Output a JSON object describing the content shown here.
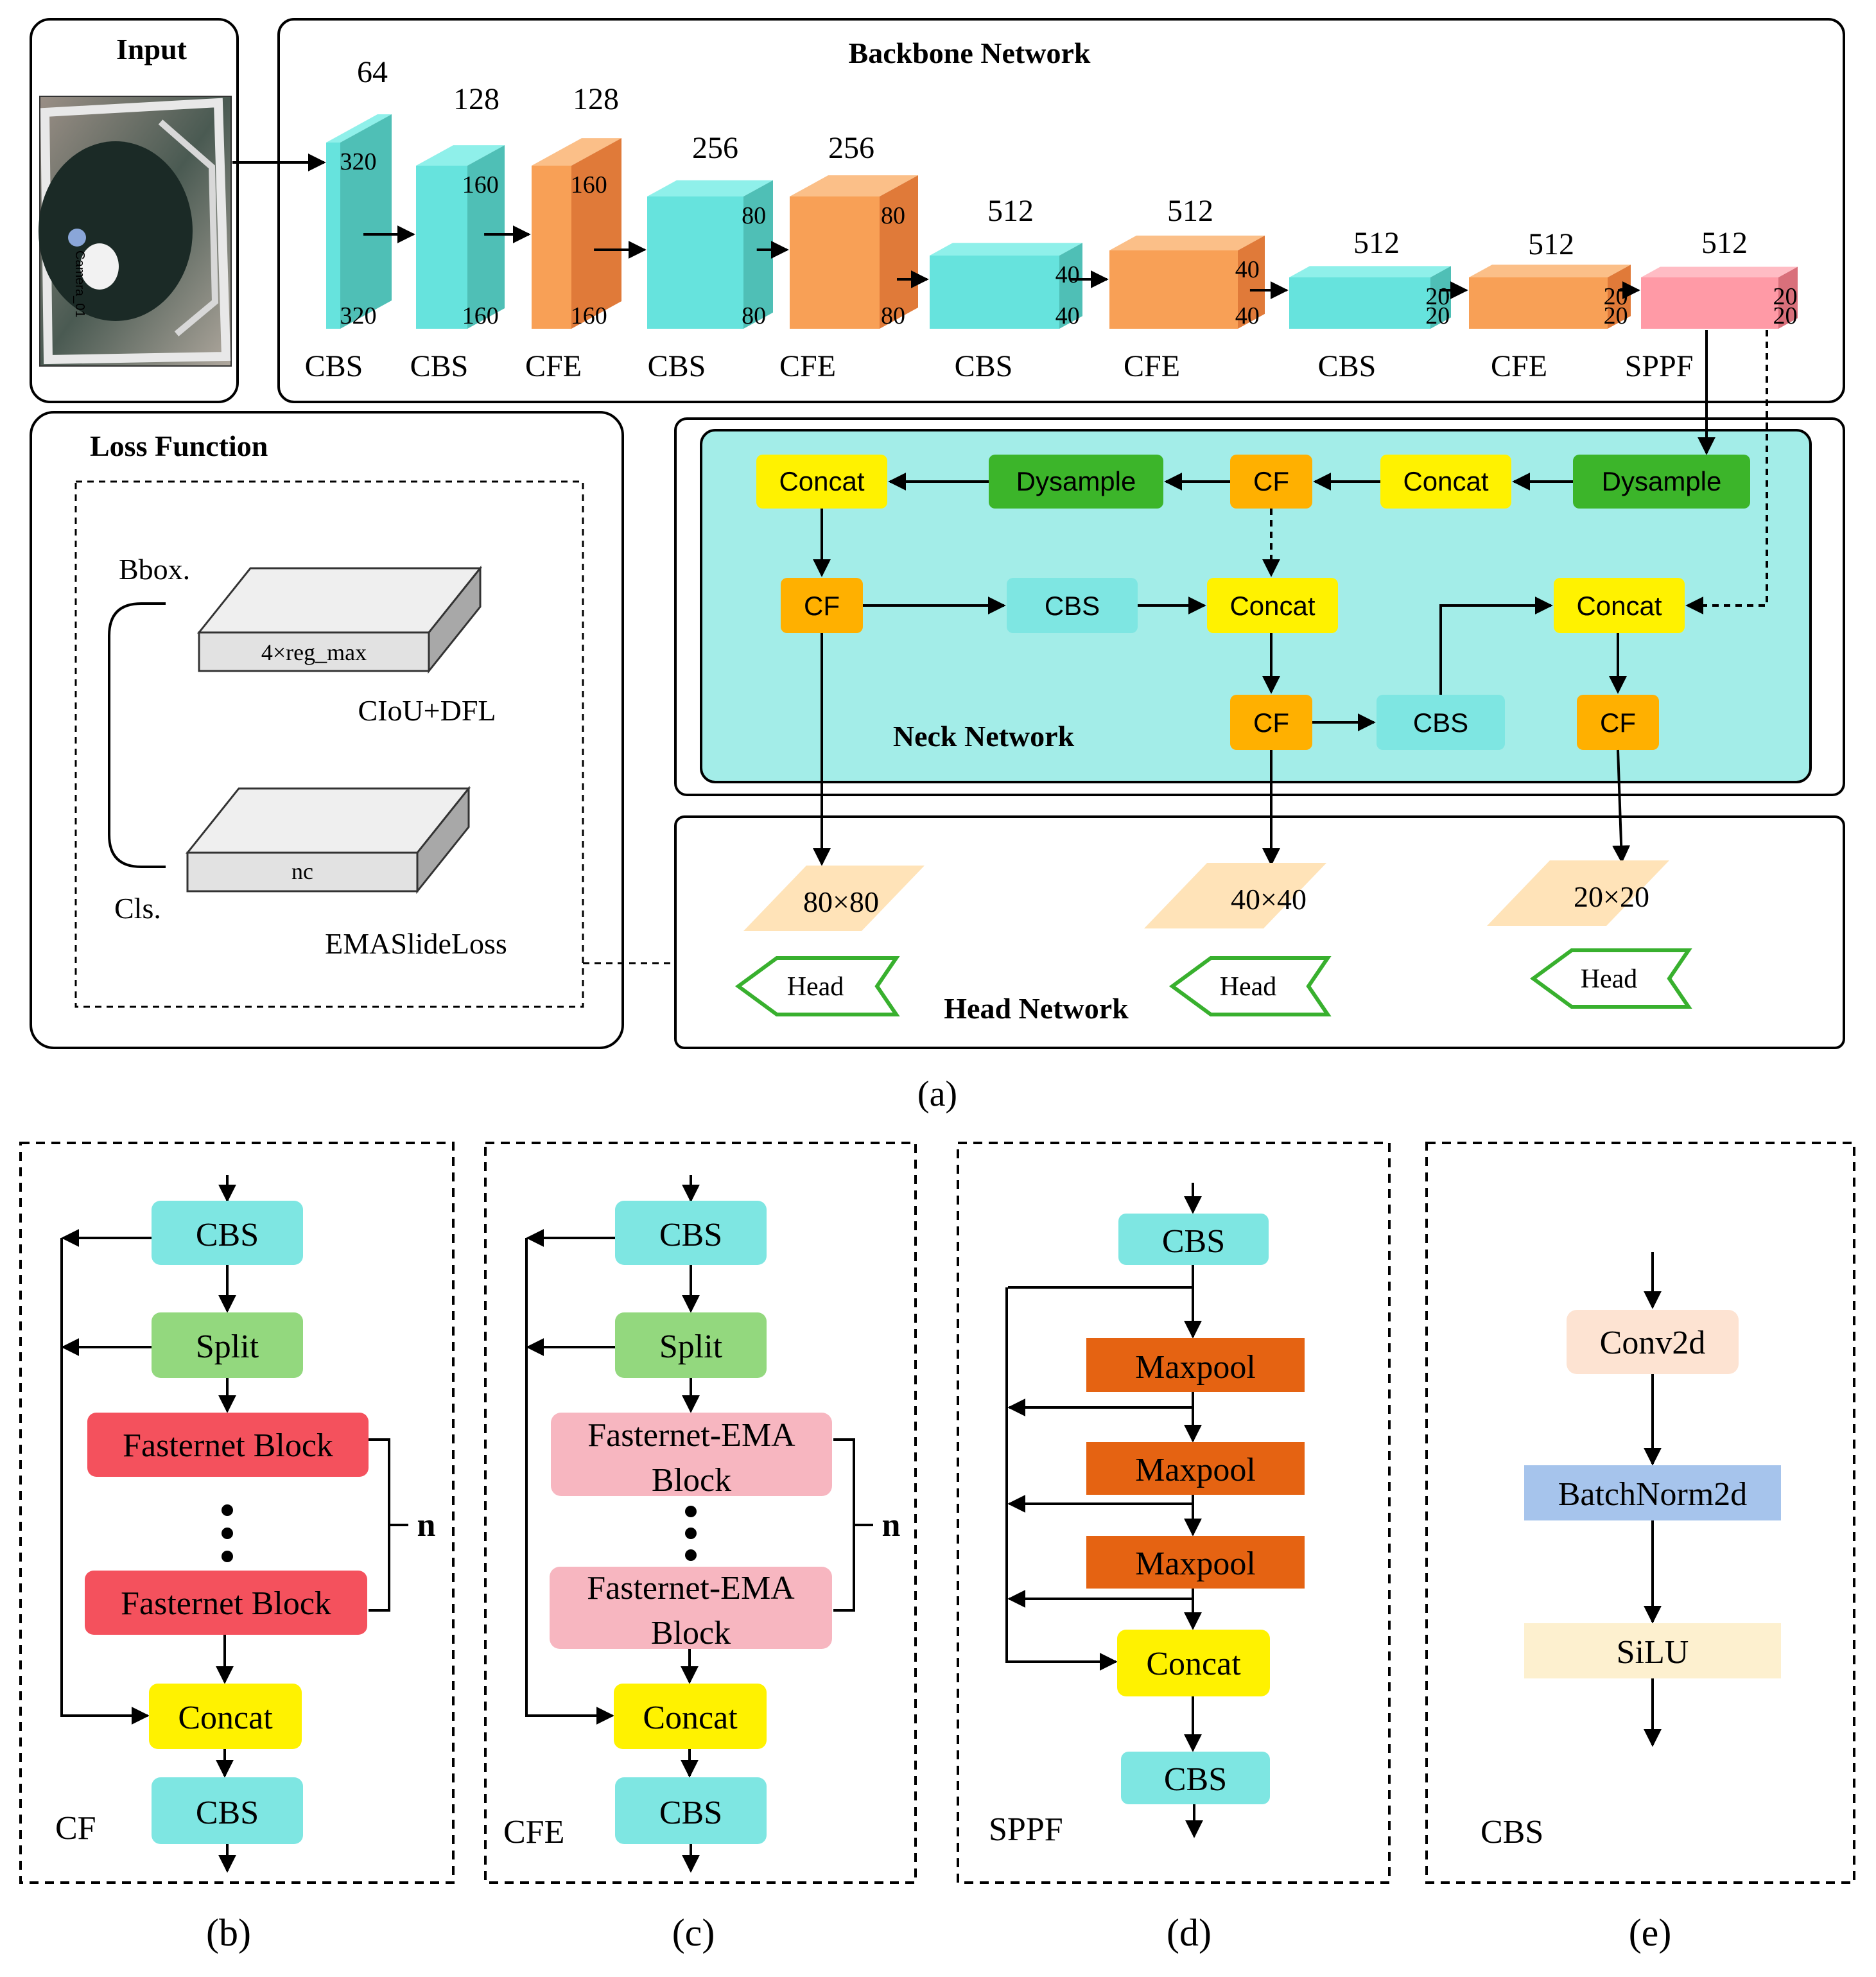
{
  "colors": {
    "cbs": "#66e3dd",
    "cfe": "#f8a056",
    "sppf": "#ff9aa6",
    "neck_bg": "#a3ede8",
    "concat": "#fff200",
    "dysample": "#3cb52a",
    "cf": "#ffb000",
    "cbs_neck": "#7ee6e2",
    "fmap": "#ffe3b8",
    "head_border": "#38b02e",
    "split": "#93d87e",
    "fasternet": "#f4515d",
    "fasternet_ema": "#f7b6c0",
    "maxpool": "#e56312",
    "conv2d": "#fde3d2",
    "batchnorm": "#a6c4ec",
    "silu": "#fdf0cf",
    "loss_box": "#e0e0e0"
  },
  "panel_a": {
    "input_title": "Input",
    "input_image_caption": "Camera_01",
    "backbone_title": "Backbone Network",
    "backbone": [
      {
        "label": "CBS",
        "channels": "64",
        "size_top": "320",
        "size_bottom": "320"
      },
      {
        "label": "CBS",
        "channels": "128",
        "size_top": "160",
        "size_bottom": "160"
      },
      {
        "label": "CFE",
        "channels": "128",
        "size_top": "160",
        "size_bottom": "160"
      },
      {
        "label": "CBS",
        "channels": "256",
        "size_top": "80",
        "size_bottom": "80"
      },
      {
        "label": "CFE",
        "channels": "256",
        "size_top": "80",
        "size_bottom": "80"
      },
      {
        "label": "CBS",
        "channels": "512",
        "size_top": "40",
        "size_bottom": "40"
      },
      {
        "label": "CFE",
        "channels": "512",
        "size_top": "40",
        "size_bottom": "40"
      },
      {
        "label": "CBS",
        "channels": "512",
        "size_top": "20",
        "size_bottom": "20"
      },
      {
        "label": "CFE",
        "channels": "512",
        "size_top": "20",
        "size_bottom": "20"
      },
      {
        "label": "SPPF",
        "channels": "512",
        "size_top": "20",
        "size_bottom": "20"
      }
    ],
    "loss_title": "Loss Function",
    "loss_bbox": "Bbox.",
    "loss_cls": "Cls.",
    "loss_box1": "4×reg_max",
    "loss_box1_name": "CIoU+DFL",
    "loss_box2": "nc",
    "loss_box2_name": "EMASlideLoss",
    "neck_title": "Neck Network",
    "neck": {
      "concat_a": "Concat",
      "dysample_a": "Dysample",
      "cf_a": "CF",
      "concat_b": "Concat",
      "dysample_b": "Dysample",
      "cf_b": "CF",
      "cbs_a": "CBS",
      "concat_c": "Concat",
      "concat_d": "Concat",
      "cf_c": "CF",
      "cbs_b": "CBS",
      "cf_d": "CF"
    },
    "head_title": "Head Network",
    "head": [
      {
        "size": "80×80",
        "label": "Head"
      },
      {
        "size": "40×40",
        "label": "Head"
      },
      {
        "size": "20×20",
        "label": "Head"
      }
    ],
    "caption": "(a)"
  },
  "panel_b": {
    "name": "CF",
    "cbs_top": "CBS",
    "split": "Split",
    "block1": "Fasternet Block",
    "block2": "Fasternet Block",
    "n": "n",
    "concat": "Concat",
    "cbs_bottom": "CBS",
    "caption": "(b)"
  },
  "panel_c": {
    "name": "CFE",
    "cbs_top": "CBS",
    "split": "Split",
    "block1_l1": "Fasternet-EMA",
    "block1_l2": "Block",
    "block2_l1": "Fasternet-EMA",
    "block2_l2": "Block",
    "n": "n",
    "concat": "Concat",
    "cbs_bottom": "CBS",
    "caption": "(c)"
  },
  "panel_d": {
    "name": "SPPF",
    "cbs_top": "CBS",
    "maxpool1": "Maxpool",
    "maxpool2": "Maxpool",
    "maxpool3": "Maxpool",
    "concat": "Concat",
    "cbs_bottom": "CBS",
    "caption": "(d)"
  },
  "panel_e": {
    "name": "CBS",
    "conv": "Conv2d",
    "bn": "BatchNorm2d",
    "act": "SiLU",
    "caption": "(e)"
  }
}
